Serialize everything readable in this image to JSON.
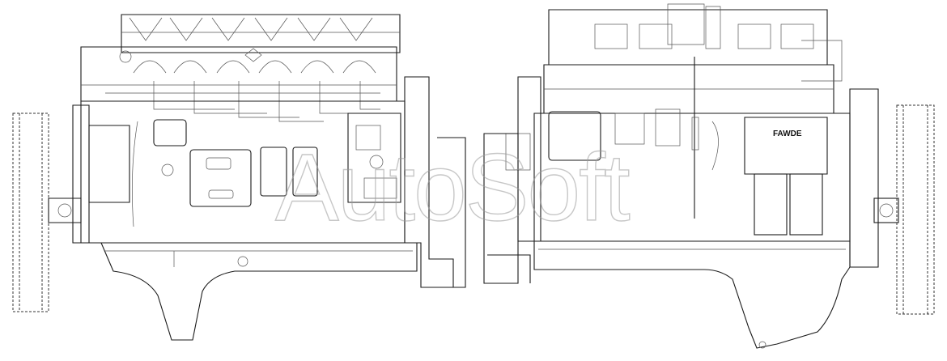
{
  "diagram": {
    "views": [
      {
        "id": "left-engine-view"
      },
      {
        "id": "right-engine-view"
      }
    ],
    "nameplate_text": "FAWDE",
    "watermark_text": "AutoSoft",
    "colors": {
      "line": "#1a1a1a",
      "watermark": "#9a9a9a",
      "background": "#ffffff"
    }
  }
}
